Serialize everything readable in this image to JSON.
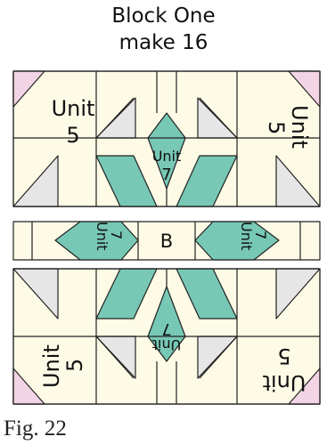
{
  "title": {
    "line1": "Block One",
    "line2": "make 16"
  },
  "labels": {
    "unit": "Unit",
    "five": "5",
    "seven": "7",
    "center_b": "B"
  },
  "caption": "Fig. 22",
  "colors": {
    "background_fabric": "#fdfbe6",
    "corner_pink": "#f2d4e4",
    "gray_triangle": "#e6e6e6",
    "teal": "#77c8b5",
    "outline": "#222222"
  }
}
